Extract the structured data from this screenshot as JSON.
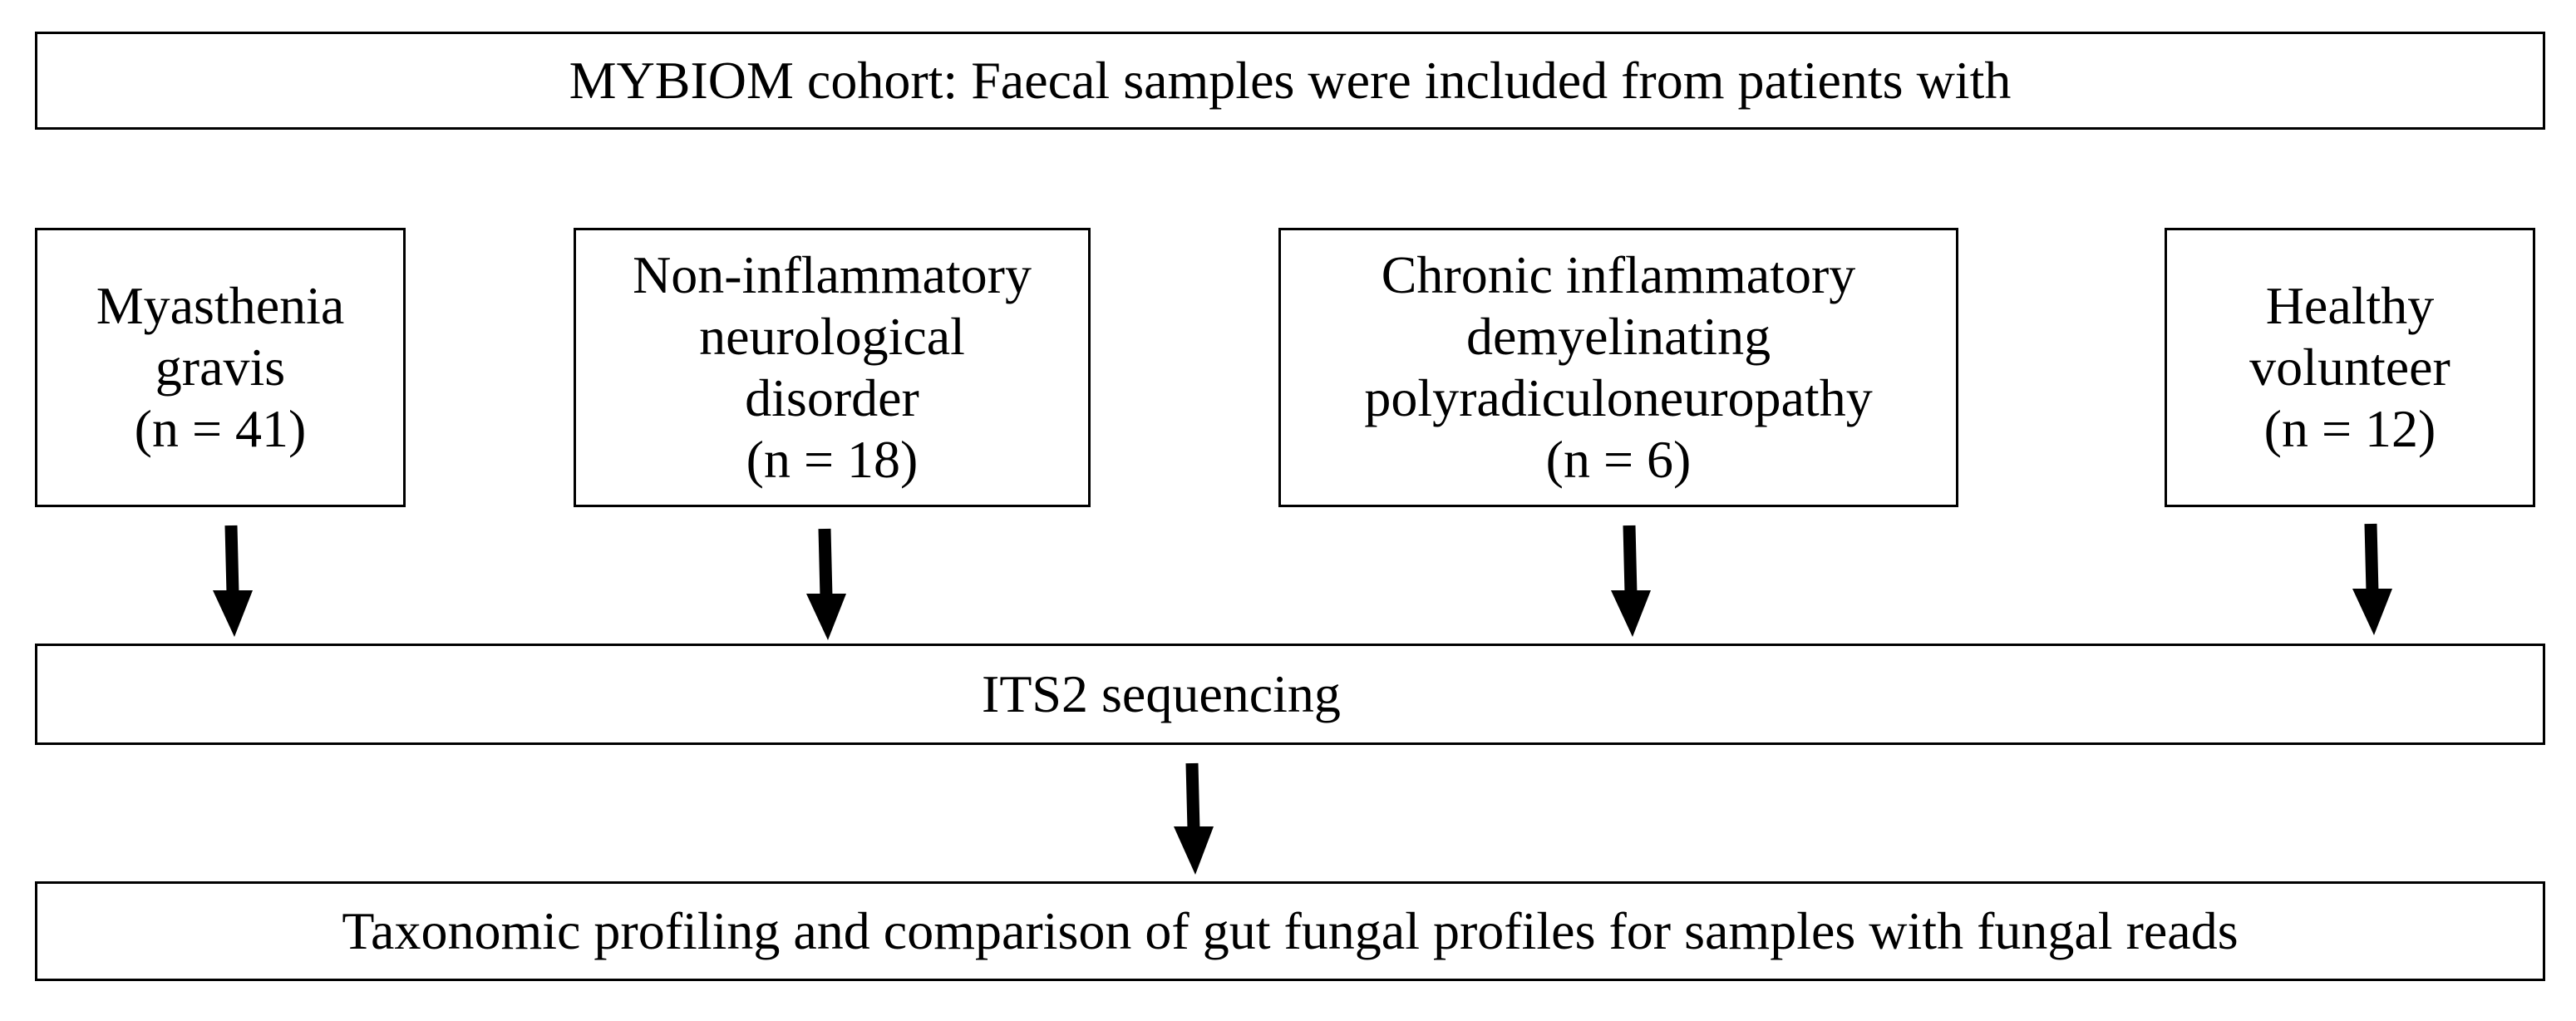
{
  "header": {
    "text": "MYBIOM cohort: Faecal samples were included from patients with"
  },
  "groups": [
    {
      "lines": [
        "Myasthenia",
        "gravis",
        "(n = 41)"
      ]
    },
    {
      "lines": [
        "Non-inflammatory",
        "neurological",
        "disorder",
        "(n = 18)"
      ]
    },
    {
      "lines": [
        "Chronic inflammatory",
        "demyelinating",
        "polyradiculoneuropathy",
        "(n = 6)"
      ]
    },
    {
      "lines": [
        "Healthy",
        "volunteer",
        "(n = 12)"
      ]
    }
  ],
  "sequencing": {
    "text": "ITS2 sequencing"
  },
  "result": {
    "text": "Taxonomic profiling and comparison of gut fungal profiles for samples with fungal reads"
  },
  "colors": {
    "stroke": "#000000",
    "background": "#ffffff"
  }
}
